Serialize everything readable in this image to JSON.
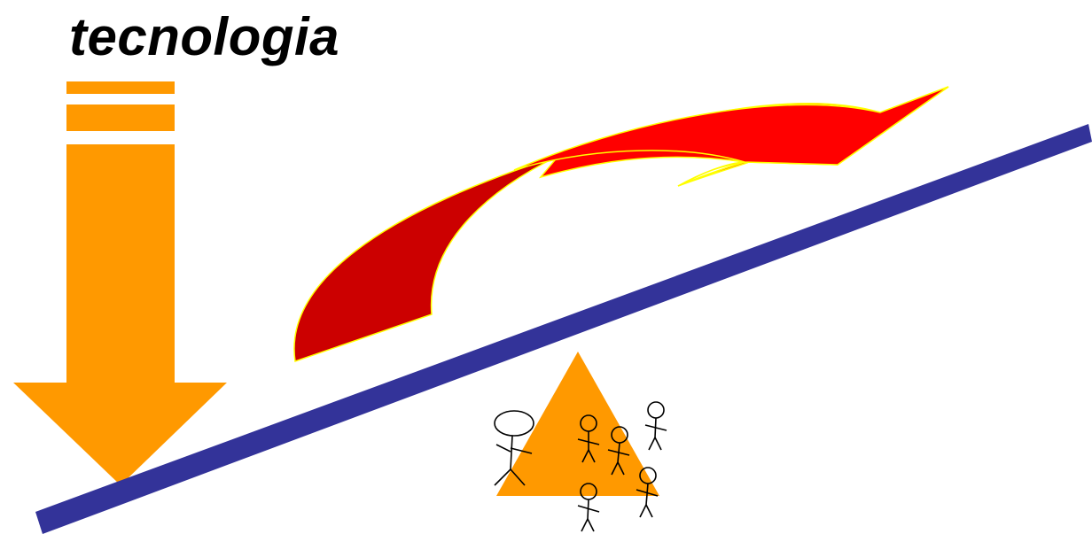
{
  "title": "tecnologia",
  "colors": {
    "orange": "#FF9900",
    "red_light": "#FF0000",
    "red_dark": "#CC0000",
    "outline": "#FFFF00",
    "beam": "#333399",
    "ink": "#000000"
  },
  "icons": [
    "down-arrow-icon",
    "curved-arrow-icon",
    "seesaw-beam",
    "fulcrum-triangle",
    "stick-figure-icon"
  ]
}
